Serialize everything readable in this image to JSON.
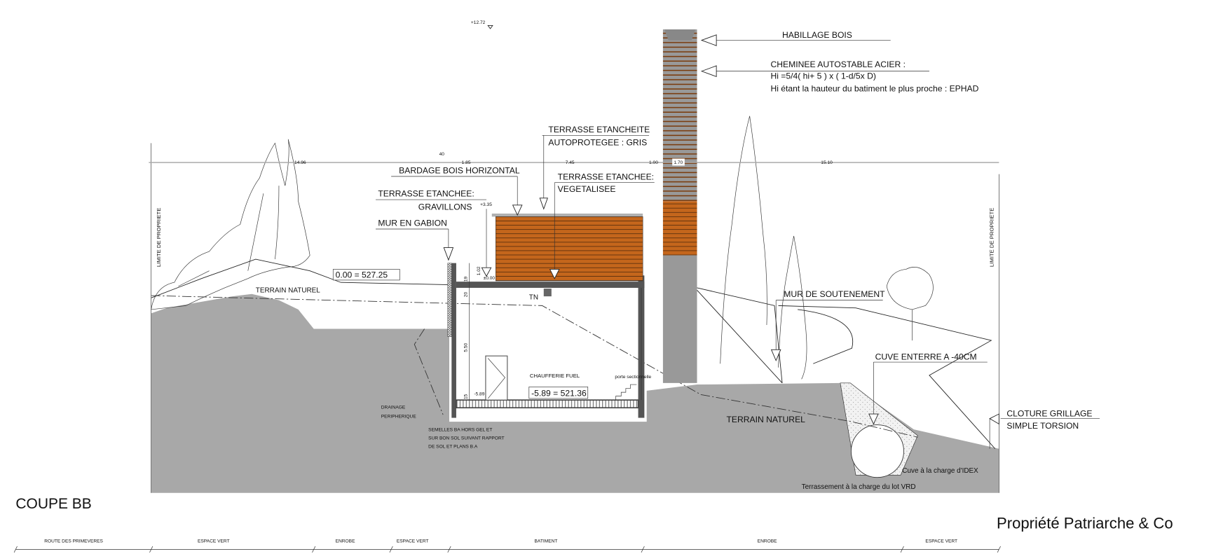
{
  "title": "COUPE BB",
  "owner": "Propriété Patriarche & Co",
  "colors": {
    "ground": "#a8a8a8",
    "wood": "#c4661c",
    "concrete": "#8e8e8e",
    "wall": "#555555"
  },
  "labels": {
    "habillage": "HABILLAGE BOIS",
    "cheminee_1": "CHEMINEE AUTOSTABLE ACIER :",
    "cheminee_2": "Hi =5/4( hi+ 5 ) x ( 1-d/5x D)",
    "cheminee_3": "Hi étant la hauteur du batiment le plus proche : EPHAD",
    "terrasse_gris_1": "TERRASSE ETANCHEITE",
    "terrasse_gris_2": "AUTOPROTEGEE : GRIS",
    "bardage": "BARDAGE BOIS HORIZONTAL",
    "terrasse_veg_1": "TERRASSE ETANCHEE:",
    "terrasse_veg_2": "VEGETALISEE",
    "terrasse_grav_1": "TERRASSE ETANCHEE:",
    "terrasse_grav_2": "GRAVILLONS",
    "gabion": "MUR EN GABION",
    "terrain_naturel_left": "TERRAIN NATUREL",
    "tn": "TN",
    "mur_soutenement": "MUR DE SOUTENEMENT",
    "cuve": "CUVE ENTERRE A -40CM",
    "cloture_1": "CLOTURE GRILLAGE",
    "cloture_2": "SIMPLE TORSION",
    "terrain_naturel_right": "TERRAIN NATUREL",
    "cuve_idex": "Cuve à la charge d'IDEX",
    "terrassement": "Terrassement à la charge du lot VRD",
    "chaufferie": "CHAUFFERIE FUEL",
    "porte": "porte sectionnelle",
    "drainage_1": "DRAINAGE",
    "drainage_2": "PERIPHERIQUE",
    "semelles_1": "SEMELLES BA HORS GEL ET",
    "semelles_2": "SUR BON SOL SUIVANT RAPPORT",
    "semelles_3": "DE SOL ET PLANS B.A",
    "limite_left": "LIMITE DE PROPRIETE",
    "limite_right": "LIMITE DE PROPRIETE"
  },
  "elevations": {
    "top": "+12.72",
    "roof": "+3.35",
    "zero": "±0.00",
    "floor": "-5.89",
    "ref_zero": "0.00 = 527.25",
    "ref_floor": "-5.89 = 521.36"
  },
  "dimensions": {
    "d1": "14.96",
    "d2": "40",
    "d3": "1.85",
    "d4": "7.45",
    "d5": "1.00",
    "d6": "1.70",
    "d7": "15.10",
    "v1": "1.02",
    "v2": "19",
    "v3": "20",
    "v4": "5.50",
    "v5": "15"
  },
  "zones": [
    "ROUTE DES PRIMEVERES",
    "ESPACE VERT",
    "ENROBE",
    "ESPACE VERT",
    "BATIMENT",
    "ENROBE",
    "ESPACE VERT"
  ]
}
